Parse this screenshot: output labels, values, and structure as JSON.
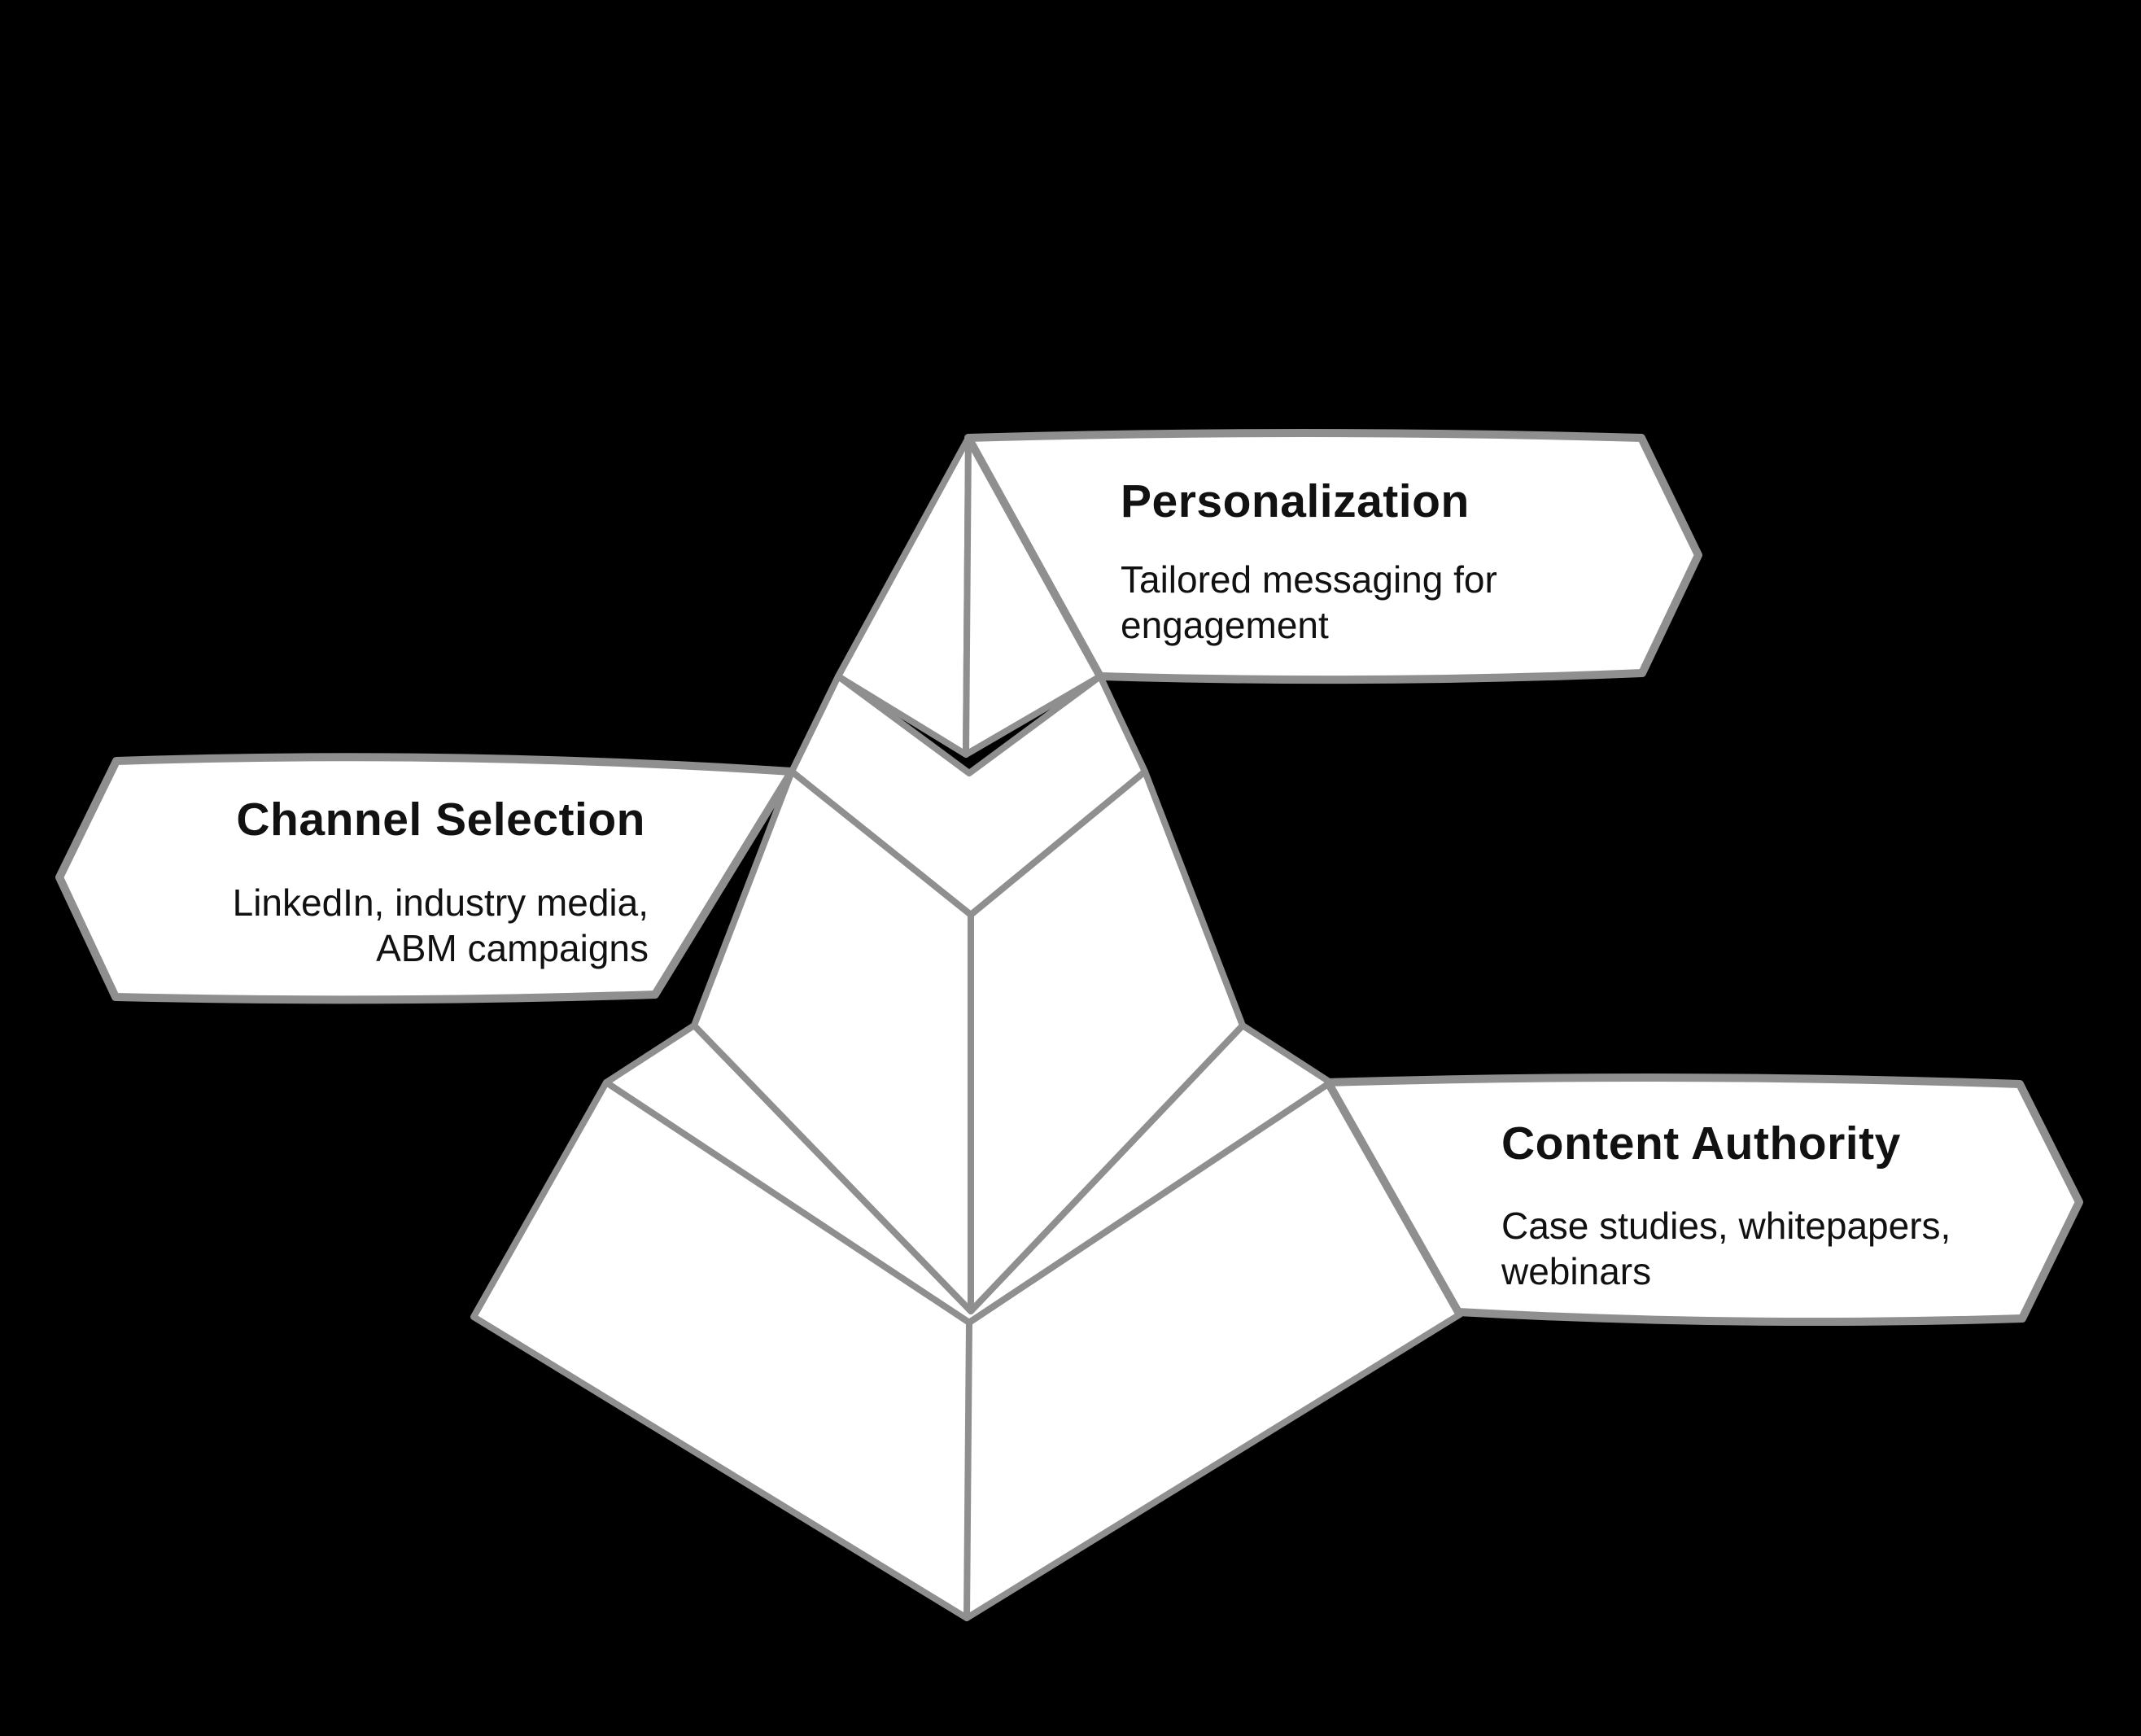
{
  "colors": {
    "background": "#000000",
    "shape_fill": "#ffffff",
    "shape_stroke": "#8f8f8f",
    "text": "#111111"
  },
  "labels": {
    "personalization": {
      "title": "Personalization",
      "description_lines": [
        "Tailored messaging for",
        "engagement"
      ]
    },
    "channel_selection": {
      "title": "Channel Selection",
      "description_lines": [
        "LinkedIn, industry media,",
        "ABM campaigns"
      ]
    },
    "content_authority": {
      "title": "Content Authority",
      "description_lines": [
        "Case studies, whitepapers,",
        "webinars"
      ]
    }
  },
  "pyramid": {
    "tiers": [
      {
        "position": "top",
        "label": "Personalization"
      },
      {
        "position": "middle",
        "label": "Channel Selection"
      },
      {
        "position": "bottom",
        "label": "Content Authority"
      }
    ]
  }
}
